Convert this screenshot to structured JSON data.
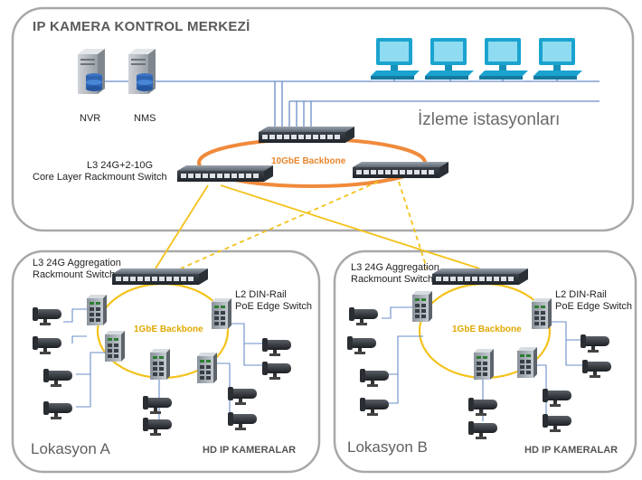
{
  "title": "IP KAMERA KONTROL MERKEZİ",
  "nvr_label": "NVR",
  "nms_label": "NMS",
  "stations_label": "İzleme istasyonları",
  "core_switch_label_1": "L3 24G+2-10G",
  "core_switch_label_2": "Core Layer Rackmount Switch",
  "core_backbone_label": "10GbE Backbone",
  "colors": {
    "core_ring": "#f08a3c",
    "core_ring_text": "#e8862c",
    "uplink": "#f4c21a",
    "site_ring": "#f4c21a",
    "site_ring_text": "#e0a800",
    "frame_border": "#a8a8a8",
    "cable": "#6a8cc8",
    "monitor": "#1ba3cf"
  },
  "site_a": {
    "agg_label_1": "L3 24G Aggregation",
    "agg_label_2": "Rackmount Switch",
    "edge_label_1": "L2 DIN-Rail",
    "edge_label_2": "PoE Edge Switch",
    "backbone_label": "1GbE Backbone",
    "location_label": "Lokasyon A",
    "cameras_label": "HD IP KAMERALAR"
  },
  "site_b": {
    "agg_label_1": "L3 24G Aggregation",
    "agg_label_2": "Rackmount Switch",
    "edge_label_1": "L2 DIN-Rail",
    "edge_label_2": "PoE Edge Switch",
    "backbone_label": "1GbE Backbone",
    "location_label": "Lokasyon B",
    "cameras_label": "HD IP KAMERALAR"
  }
}
